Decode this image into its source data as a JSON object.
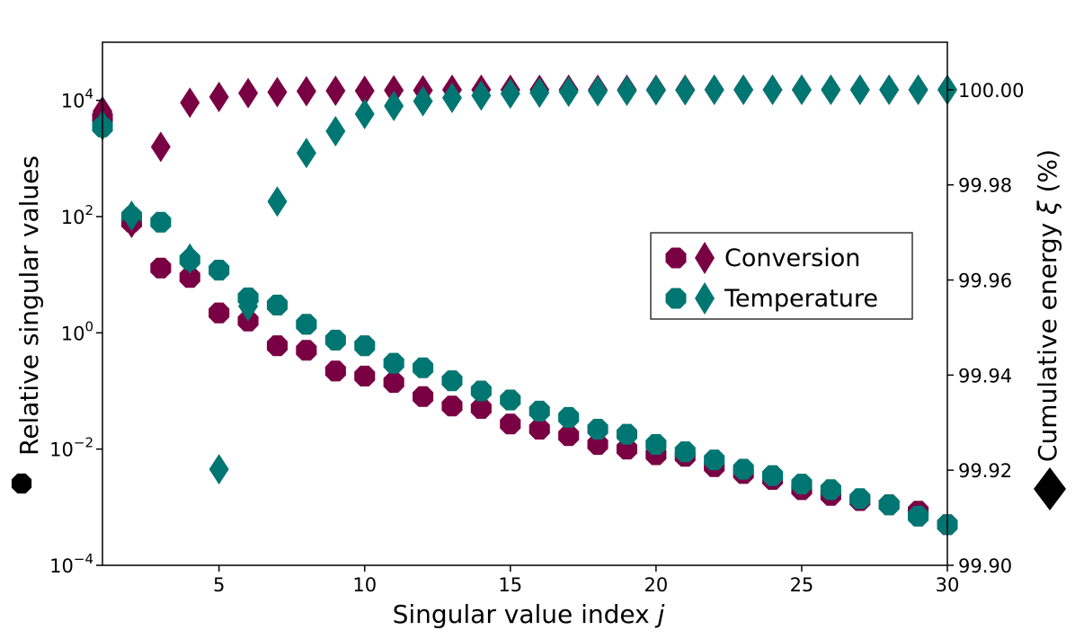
{
  "chart_data": {
    "type": "scatter",
    "title": "",
    "xlabel": "Singular value index",
    "xlabel_var": "j",
    "ylabel_left": "Relative singular values",
    "ylabel_right": "Cumulative energy",
    "ylabel_right_var": "ξ",
    "ylabel_right_unit": "(%)",
    "xlim": [
      1,
      30
    ],
    "ylim_left_log10": [
      -4,
      5
    ],
    "ylim_right": [
      99.9,
      100.01
    ],
    "y_left_scale": "log",
    "grid": false,
    "legend_placement": "center-right",
    "x_ticks": [
      5,
      10,
      15,
      20,
      25,
      30
    ],
    "x_tick_labels": [
      "5",
      "10",
      "15",
      "20",
      "25",
      "30"
    ],
    "y_left_ticks": [
      {
        "base": "10",
        "exp": "4",
        "log10": 4
      },
      {
        "base": "10",
        "exp": "2",
        "log10": 2
      },
      {
        "base": "10",
        "exp": "0",
        "log10": 0
      },
      {
        "base": "10",
        "exp": "−2",
        "log10": -2
      },
      {
        "base": "10",
        "exp": "−4",
        "log10": -4
      }
    ],
    "y_right_ticks": [
      100.0,
      99.98,
      99.96,
      99.94,
      99.92,
      99.9
    ],
    "y_right_tick_labels": [
      "100.00",
      "99.98",
      "99.96",
      "99.94",
      "99.92",
      "99.90"
    ],
    "series": [
      {
        "name": "Conversion",
        "color": "#7a0044",
        "singular_values": [
          5000,
          80,
          13,
          9,
          2.2,
          1.6,
          0.6,
          0.5,
          0.22,
          0.18,
          0.14,
          0.08,
          0.055,
          0.05,
          0.027,
          0.022,
          0.017,
          0.012,
          0.01,
          0.008,
          0.0075,
          0.005,
          0.0038,
          0.003,
          0.002,
          0.0016,
          0.0013,
          0.0011,
          0.00085,
          0.0005
        ],
        "cumulative_energy": [
          99.9955,
          99.972,
          99.988,
          99.9973,
          99.9985,
          99.9993,
          99.9995,
          99.9997,
          99.9998,
          99.9998,
          99.9999,
          99.9999,
          100.0,
          100.0,
          100.0,
          100.0,
          100.0,
          100.0,
          100.0,
          100.0,
          100.0,
          100.0,
          100.0,
          100.0,
          100.0,
          100.0,
          100.0,
          100.0,
          100.0,
          100.0
        ]
      },
      {
        "name": "Temperature",
        "color": "#007672",
        "singular_values": [
          3500,
          100,
          80,
          18,
          12,
          4,
          3,
          1.4,
          0.75,
          0.6,
          0.3,
          0.25,
          0.15,
          0.1,
          0.07,
          0.045,
          0.035,
          0.022,
          0.018,
          0.012,
          0.009,
          0.0065,
          0.0045,
          0.0035,
          0.0025,
          0.002,
          0.0014,
          0.0011,
          0.0007,
          0.0005
        ],
        "cumulative_energy": [
          99.9925,
          99.9735,
          null,
          99.9645,
          null,
          99.9545,
          99.9765,
          99.9867,
          99.9913,
          99.9949,
          99.9966,
          99.9976,
          99.9983,
          99.9988,
          99.9992,
          99.9994,
          99.9996,
          99.9997,
          99.9998,
          99.9999,
          99.9999,
          100.0,
          100.0,
          100.0,
          100.0,
          100.0,
          100.0,
          100.0,
          100.0,
          100.0
        ],
        "cumulative_energy_extra": [
          {
            "x": 5,
            "y": 99.9202
          }
        ]
      }
    ]
  }
}
